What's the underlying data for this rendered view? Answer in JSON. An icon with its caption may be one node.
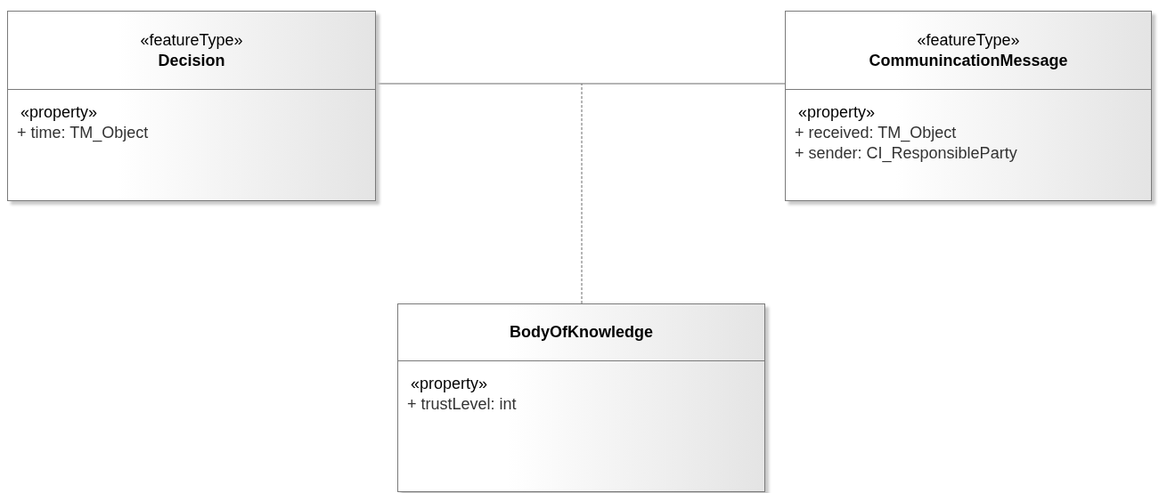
{
  "diagram": {
    "nodes": [
      {
        "text": [
          "«featureType»",
          "Decision",
          "«property»",
          "+ time: TM_Object"
        ]
      },
      {
        "text": [
          "«featureType»",
          "CommunincationMessage",
          "«property»",
          "+ received: TM_Object",
          "+ sender: CI_ResponsibleParty"
        ]
      },
      {
        "text": [
          "BodyOfKnowledge",
          "«property»",
          "+ trustLevel: int"
        ]
      }
    ],
    "edges": [
      {
        "from": 0,
        "to": 1,
        "arrow": "none"
      },
      {
        "from": 2,
        "to": null,
        "arrow": "none",
        "style": "dashed"
      }
    ]
  }
}
